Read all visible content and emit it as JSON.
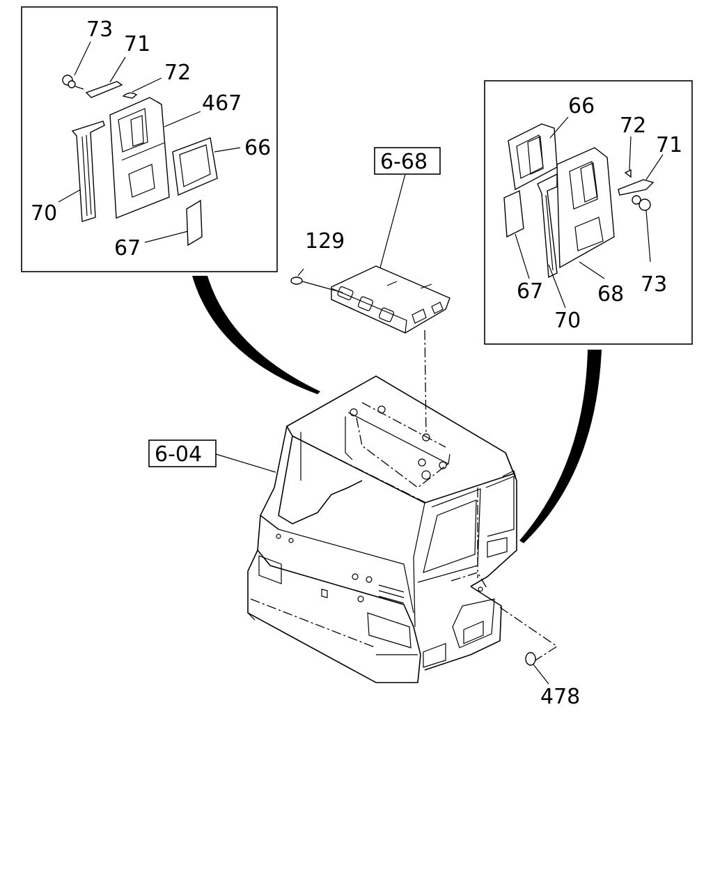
{
  "diagram": {
    "left_inset_labels": {
      "bolt": "73",
      "bracket": "71",
      "clip": "72",
      "trim_panel": "467",
      "window_trim": "66",
      "pillar_trim": "70",
      "lower_trim": "67"
    },
    "right_inset_labels": {
      "window_trim": "66",
      "clip": "72",
      "bracket": "71",
      "bolt": "73",
      "lower_trim": "67",
      "trim_panel": "68",
      "pillar_trim": "70"
    },
    "reference_boxes": {
      "roof_ref": "6-68",
      "cab_ref": "6-04"
    },
    "main_labels": {
      "roof_clip": "129",
      "grommet": "478"
    }
  }
}
